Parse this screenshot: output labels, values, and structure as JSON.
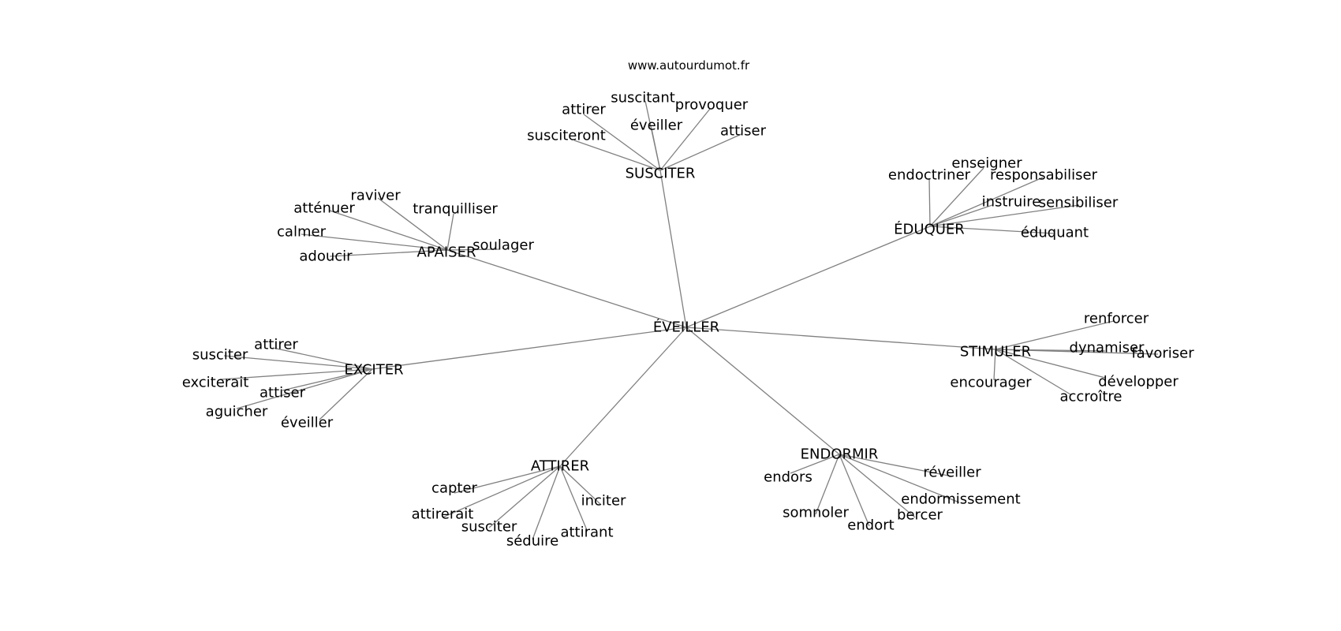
{
  "source": "www.autourdumot.fr",
  "graph": {
    "center": "ÉVEILLER",
    "groups": [
      {
        "id": "susciter",
        "label": "SUSCITER",
        "words": [
          "suscitant",
          "provoquer",
          "attirer",
          "éveiller",
          "susciteront",
          "attiser"
        ]
      },
      {
        "id": "eduquer",
        "label": "ÉDUQUER",
        "words": [
          "enseigner",
          "endoctriner",
          "responsabiliser",
          "instruire",
          "sensibiliser",
          "éduquant"
        ]
      },
      {
        "id": "apaiser",
        "label": "APAISER",
        "words": [
          "raviver",
          "atténuer",
          "tranquilliser",
          "calmer",
          "soulager",
          "adoucir"
        ]
      },
      {
        "id": "stimuler",
        "label": "STIMULER",
        "words": [
          "renforcer",
          "dynamiser",
          "favoriser",
          "encourager",
          "développer",
          "accroître"
        ]
      },
      {
        "id": "exciter",
        "label": "EXCITER",
        "words": [
          "attirer",
          "susciter",
          "exciterait",
          "attiser",
          "aguicher",
          "éveiller"
        ]
      },
      {
        "id": "endormir",
        "label": "ENDORMIR",
        "words": [
          "endors",
          "réveiller",
          "endormissement",
          "somnoler",
          "endort",
          "bercer"
        ]
      },
      {
        "id": "attirer",
        "label": "ATTIRER",
        "words": [
          "capter",
          "inciter",
          "attirerait",
          "susciter",
          "attirant",
          "séduire"
        ]
      }
    ]
  }
}
